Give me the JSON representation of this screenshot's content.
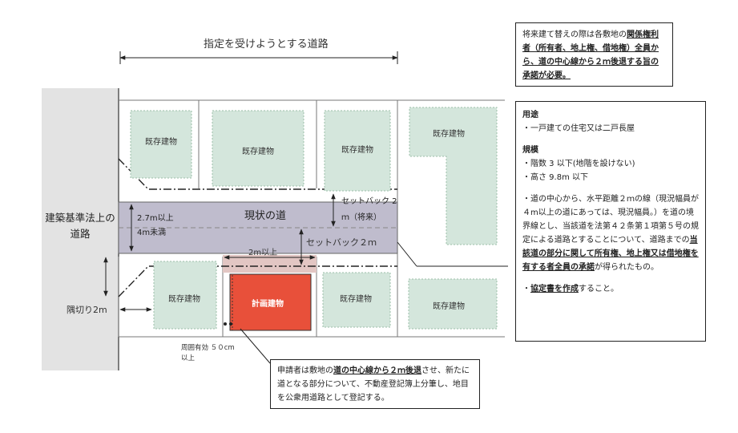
{
  "diagram": {
    "road_title": "指定を受けようとする道路",
    "main_road_label": "建築基準法上の道路",
    "corner_label": "隅切り2m",
    "existing_building": "既存建物",
    "planned_building": "計画建物",
    "current_road": "現状の道",
    "width_range": "2.7m以上 4m未満",
    "setback_future": "セットバック 2ｍ（将来）",
    "setback_2m": "セットバック２ｍ",
    "two_m_min": "2m以上",
    "perimeter_clearance": "周囲有効 ５０cm以上"
  },
  "notes": {
    "top_right": {
      "pre": "将来建て替えの際は各敷地の",
      "bold": "関係権利者（所有者、地上権、借地権）全員から、道の中心線から２ｍ後退する旨の承諾が必要。"
    },
    "requirements": {
      "use_heading": "用途",
      "use_item": "・一戸建ての住宅又は二戸長屋",
      "scale_heading": "規模",
      "scale_item1": "・階数 3 以下(地階を設けない)",
      "scale_item2": "・高さ 9.8m 以下",
      "para_text": "・道の中心から、水平距離２ｍの線（現況幅員が４m以上の道にあっては、現況幅員。）を道の境界線とし、当該道を法第４２条第１項第５号の規定による道路とすることについて、道路までの",
      "para_bold": "当該道の部分に関して所有権、地上権又は借地権を有する者全員の承諾",
      "para_tail": "が得られたもの。",
      "agreement_pre": "・",
      "agreement_bold": "協定書を作成",
      "agreement_post": "すること。"
    },
    "bottom": {
      "pre": "申請者は敷地の",
      "bold": "道の中心線から２ｍ後退",
      "post": "させ、新たに道となる部分について、不動産登記簿上分筆し、地目を公衆用道路として登記する。"
    }
  },
  "colors": {
    "main_road": "#e3e3e3",
    "current_road": "#bfbccd",
    "setback_band": "#e2c6c3",
    "existing_building": "#d4e6dc",
    "planned_building": "#e8503a"
  }
}
